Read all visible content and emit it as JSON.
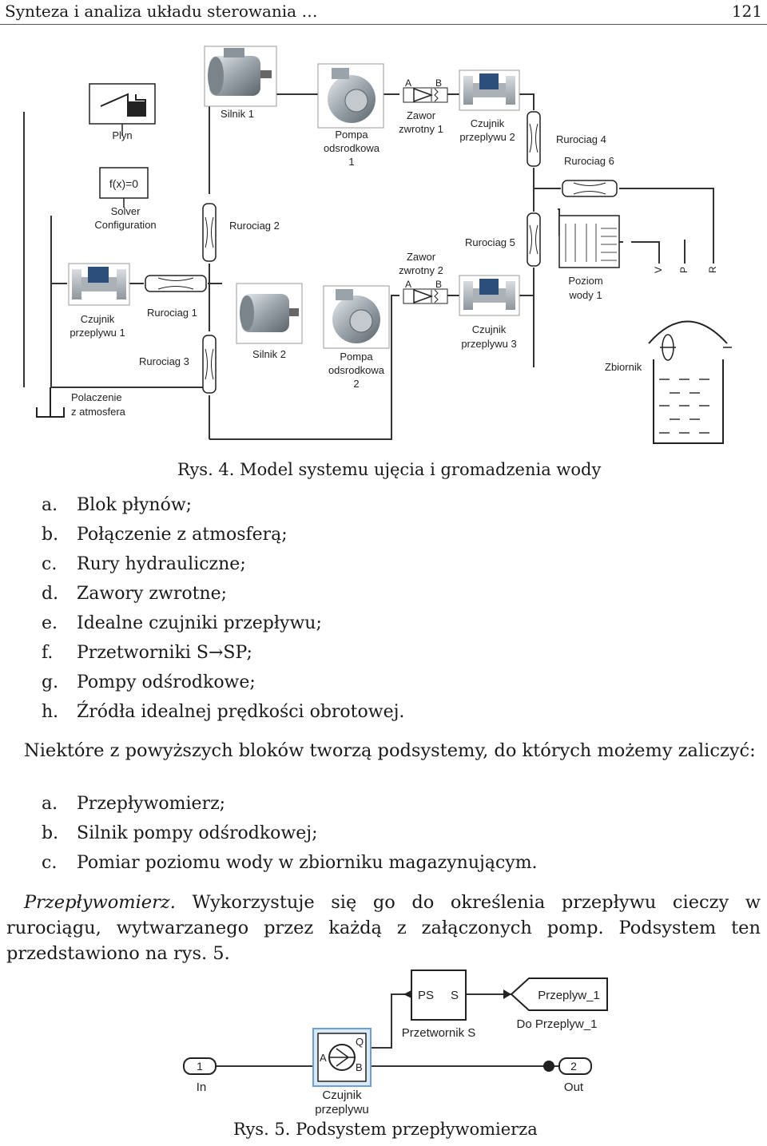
{
  "header": {
    "title": "Synteza i analiza układu sterowania …",
    "page_number": "121"
  },
  "figure4": {
    "labels": {
      "plyn": "Plyn",
      "solver_fx": "f(x)=0",
      "solver_1": "Solver",
      "solver_2": "Configuration",
      "silnik1": "Silnik 1",
      "silnik2": "Silnik 2",
      "pompa1_1": "Pompa",
      "pompa1_2": "odsrodkowa",
      "pompa1_3": "1",
      "pompa2_1": "Pompa",
      "pompa2_2": "odsrodkowa",
      "pompa2_3": "2",
      "zawor1_1": "Zawor",
      "zawor1_2": "zwrotny 1",
      "zawor2_1": "Zawor",
      "zawor2_2": "zwrotny 2",
      "czujnik1_1": "Czujnik",
      "czujnik1_2": "przeplywu 1",
      "czujnik2_1": "Czujnik",
      "czujnik2_2": "przeplywu 2",
      "czujnik3_1": "Czujnik",
      "czujnik3_2": "przeplywu 3",
      "ruro1": "Rurociag 1",
      "ruro2": "Rurociag 2",
      "ruro3": "Rurociag 3",
      "ruro4": "Rurociag 4",
      "ruro5": "Rurociag 5",
      "ruro6": "Rurociag 6",
      "poziom_1": "Poziom",
      "poziom_2": "wody 1",
      "zbiornik": "Zbiornik",
      "polaczenie_1": "Polaczenie",
      "polaczenie_2": "z atmosfera",
      "port_a": "A",
      "port_b": "B",
      "port_v": "V",
      "port_p": "P",
      "port_r": "R"
    },
    "caption": "Rys. 4. Model systemu ujęcia i gromadzenia wody"
  },
  "list1": [
    {
      "letter": "a.",
      "text": "Blok płynów;"
    },
    {
      "letter": "b.",
      "text": "Połączenie z atmosferą;"
    },
    {
      "letter": "c.",
      "text": "Rury hydrauliczne;"
    },
    {
      "letter": "d.",
      "text": "Zawory zwrotne;"
    },
    {
      "letter": "e.",
      "text": "Idealne czujniki przepływu;"
    },
    {
      "letter": "f.",
      "text": "Przetworniki S→SP;"
    },
    {
      "letter": "g.",
      "text": "Pompy odśrodkowe;"
    },
    {
      "letter": "h.",
      "text": "Źródła idealnej prędkości obrotowej."
    }
  ],
  "para1": "Niektóre z powyższych bloków tworzą podsystemy, do których możemy zaliczyć:",
  "list2": [
    {
      "letter": "a.",
      "text": "Przepływomierz;"
    },
    {
      "letter": "b.",
      "text": "Silnik pompy odśrodkowej;"
    },
    {
      "letter": "c.",
      "text": "Pomiar poziomu wody w zbiorniku magazynującym."
    }
  ],
  "para2": {
    "lead": "Przepływomierz.",
    "body": " Wykorzystuje się go do określenia przepływu cieczy w rurociągu, wytwarzanego przez każdą z załączonych pomp. Podsystem ten przedstawiono na rys. 5."
  },
  "figure5": {
    "labels": {
      "ps": "PS",
      "s": "S",
      "przetwornik": "Przetwornik S",
      "goto_tag": "Przeplyw_1",
      "goto_name": "Do Przeplyw_1",
      "in_num": "1",
      "in_name": "In",
      "out_num": "2",
      "out_name": "Out",
      "q": "Q",
      "a": "A",
      "b": "B",
      "czujnik_1": "Czujnik",
      "czujnik_2": "przeplywu"
    },
    "caption": "Rys. 5. Podsystem przepływomierza"
  }
}
